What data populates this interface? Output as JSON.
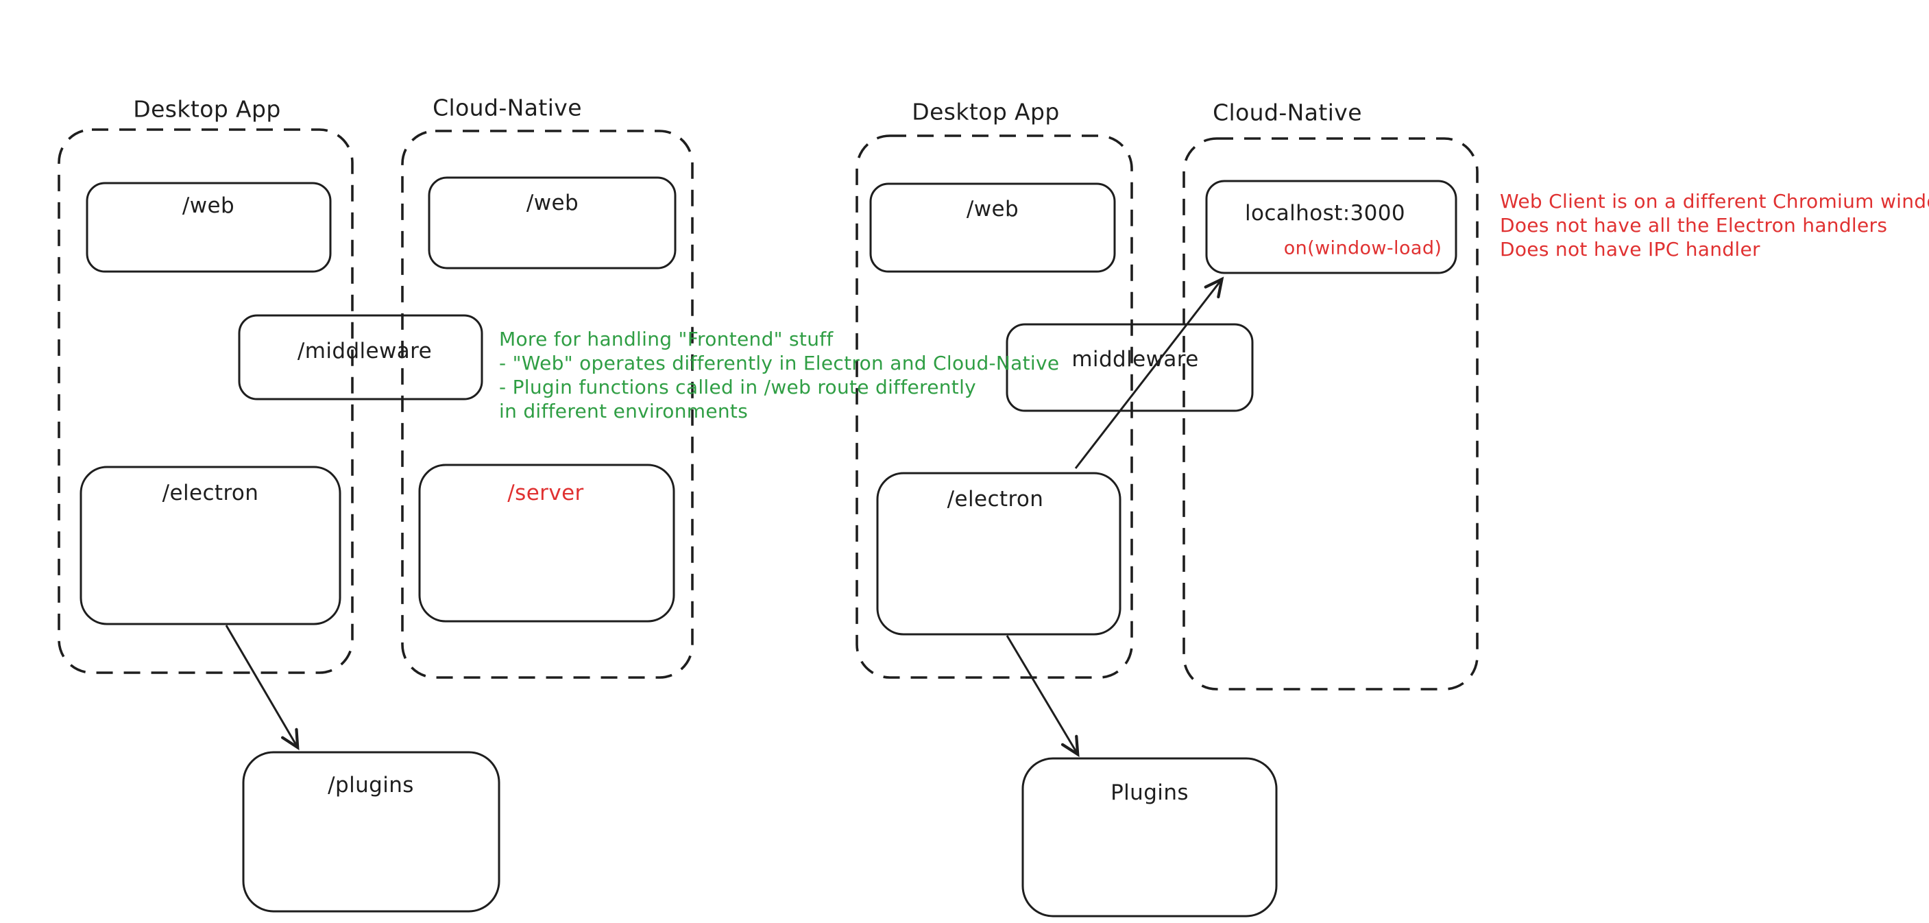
{
  "colors": {
    "ink": "#1e1e1e",
    "green": "#2f9e44",
    "red": "#e03131",
    "background": "#ffffff"
  },
  "left_diagram": {
    "desktop_group": {
      "label": "Desktop App"
    },
    "cloud_group": {
      "label": "Cloud-Native"
    },
    "web_desktop_box": {
      "label": "/web"
    },
    "web_cloud_box": {
      "label": "/web"
    },
    "middleware_box": {
      "label": "/middleware"
    },
    "electron_box": {
      "label": "/electron"
    },
    "server_box": {
      "label": "/server"
    },
    "plugins_box": {
      "label": "/plugins"
    },
    "green_note": {
      "lines": [
        "More for handling \"Frontend\" stuff",
        "- \"Web\" operates differently in Electron and Cloud-Native",
        "- Plugin functions called in /web route differently",
        "in different environments"
      ]
    }
  },
  "right_diagram": {
    "desktop_group": {
      "label": "Desktop App"
    },
    "cloud_group": {
      "label": "Cloud-Native"
    },
    "web_desktop_box": {
      "label": "/web"
    },
    "localhost_box": {
      "label": "localhost:3000",
      "sub_label": "on(window-load)"
    },
    "middleware_box": {
      "label": "middleware"
    },
    "electron_box": {
      "label": "/electron"
    },
    "plugins_box": {
      "label": "Plugins"
    },
    "red_note": {
      "lines": [
        "Web Client is on a different Chromium window",
        "Does not have all the Electron handlers",
        "Does not have IPC handler"
      ]
    }
  }
}
